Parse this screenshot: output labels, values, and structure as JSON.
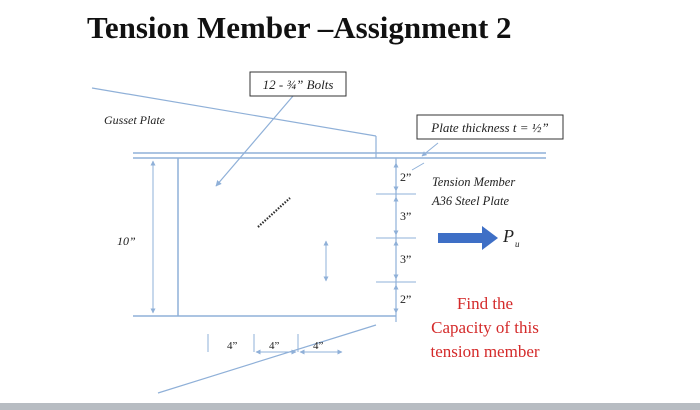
{
  "title": "Tension Member –Assignment 2",
  "labels": {
    "bolts": "12 - ¾” Bolts",
    "gusset": "Gusset Plate",
    "plate_thickness": "Plate thickness t = ½”",
    "member_line1": "Tension Member",
    "member_line2": "A36 Steel Plate",
    "load_symbol": "P",
    "load_subscript": "u",
    "width": "10”",
    "task_line1": "Find the",
    "task_line2": "Capacity of this",
    "task_line3": "tension member"
  },
  "vertical_dims": [
    "2”",
    "3”",
    "3”",
    "2”"
  ],
  "horizontal_dims": [
    "4”",
    "4”",
    "4”"
  ],
  "colors": {
    "line": "#8fb0d8",
    "load_arrow": "#3e6fc6",
    "task_text": "#d42a2a",
    "text": "#222222"
  }
}
